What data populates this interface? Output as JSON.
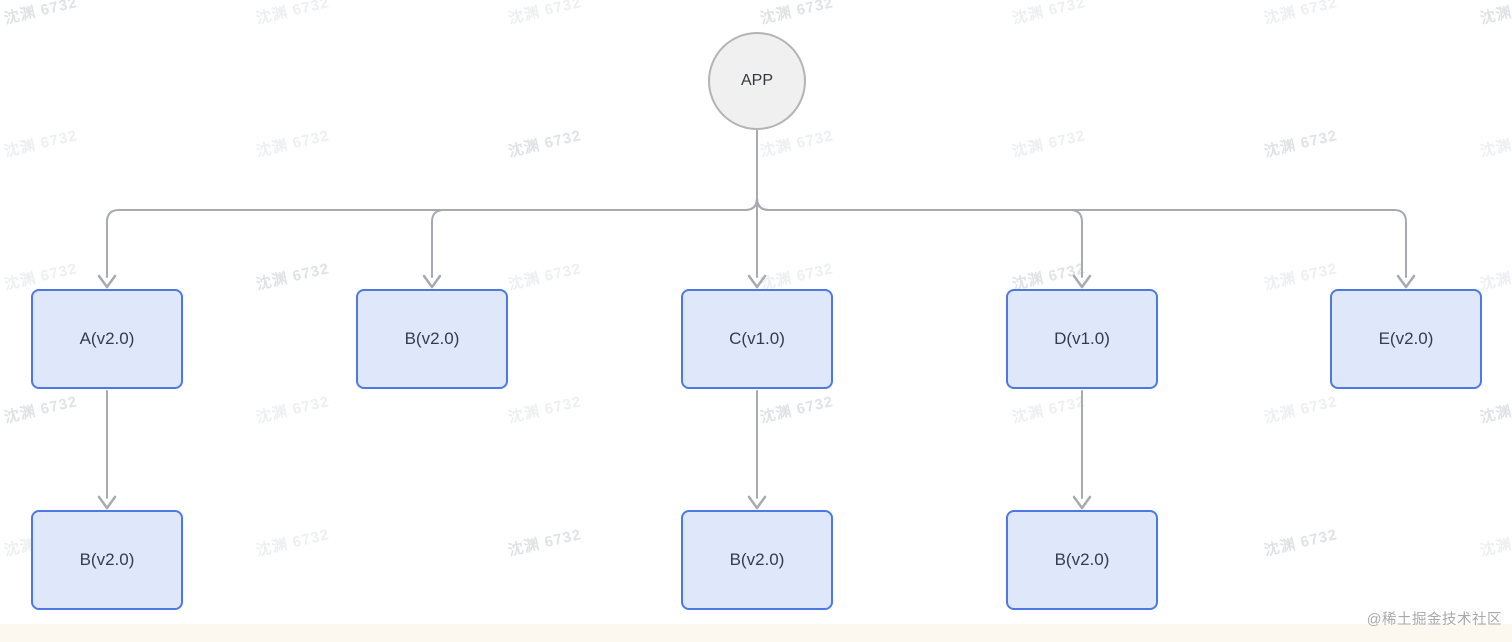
{
  "diagram": {
    "root": {
      "label": "APP"
    },
    "level1": [
      {
        "id": "A",
        "label": "A(v2.0)"
      },
      {
        "id": "B",
        "label": "B(v2.0)"
      },
      {
        "id": "C",
        "label": "C(v1.0)"
      },
      {
        "id": "D",
        "label": "D(v1.0)"
      },
      {
        "id": "E",
        "label": "E(v2.0)"
      }
    ],
    "level2": [
      {
        "parent": "A",
        "label": "B(v2.0)"
      },
      {
        "parent": "C",
        "label": "B(v2.0)"
      },
      {
        "parent": "D",
        "label": "B(v2.0)"
      }
    ],
    "edges": [
      {
        "from": "APP",
        "to": "A(v2.0)"
      },
      {
        "from": "APP",
        "to": "B(v2.0)"
      },
      {
        "from": "APP",
        "to": "C(v1.0)"
      },
      {
        "from": "APP",
        "to": "D(v1.0)"
      },
      {
        "from": "APP",
        "to": "E(v2.0)"
      },
      {
        "from": "A(v2.0)",
        "to": "B(v2.0)"
      },
      {
        "from": "C(v1.0)",
        "to": "B(v2.0)"
      },
      {
        "from": "D(v1.0)",
        "to": "B(v2.0)"
      }
    ]
  },
  "watermark": {
    "text": "沈渊 6732"
  },
  "credit": {
    "text": "@稀土掘金技术社区"
  },
  "colors": {
    "node_fill": "#dfe7fb",
    "node_border": "#4d79e3",
    "node_text": "#343c4e",
    "root_fill": "#f0f0f1",
    "root_border": "#b4b4b6",
    "edge": "#a7abb0",
    "watermark": "#c8ccd2",
    "credit": "#a9a9a9"
  }
}
